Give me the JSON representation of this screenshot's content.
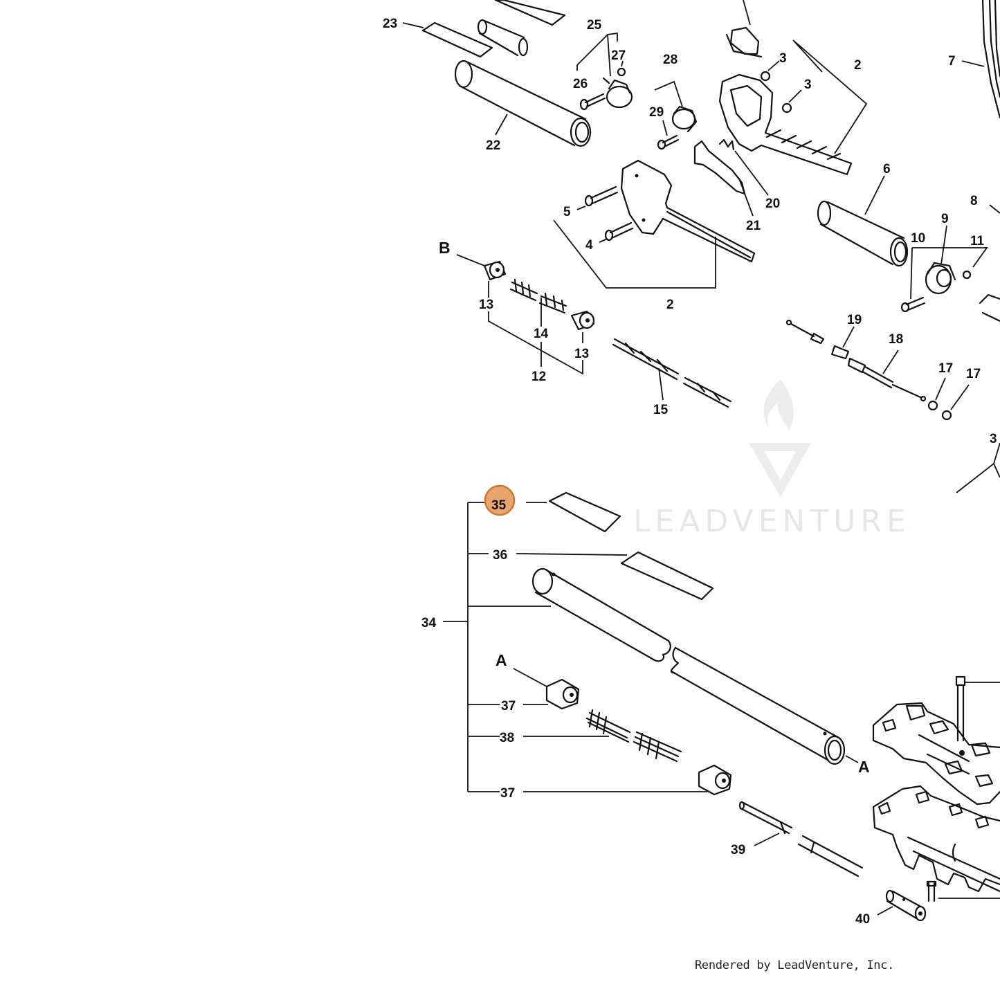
{
  "watermark": {
    "text": "LEADVENTURE",
    "logo": "leadventure-flame-v-logo"
  },
  "footer": {
    "text": "Rendered by LeadVenture, Inc."
  },
  "highlight": {
    "part": "35",
    "color": "#e8a56e",
    "stroke": "#c8772e"
  },
  "callouts": {
    "c23": "23",
    "c22": "22",
    "c25": "25",
    "c27": "27",
    "c26": "26",
    "c28": "28",
    "c29": "29",
    "c3a": "3",
    "c3b": "3",
    "c2a": "2",
    "c7": "7",
    "c6": "6",
    "c20": "20",
    "c21": "21",
    "c5": "5",
    "c4": "4",
    "c2b": "2",
    "cB": "B",
    "c13a": "13",
    "c14": "14",
    "c13b": "13",
    "c12": "12",
    "c15": "15",
    "c10": "10",
    "c9": "9",
    "c11": "11",
    "c8": "8",
    "c19": "19",
    "c18": "18",
    "c17a": "17",
    "c17b": "17",
    "c30": "3",
    "c35": "35",
    "c36": "36",
    "c34": "34",
    "cA1": "A",
    "c37a": "37",
    "c38": "38",
    "c37b": "37",
    "cA2": "A",
    "c39": "39",
    "c40": "40"
  }
}
